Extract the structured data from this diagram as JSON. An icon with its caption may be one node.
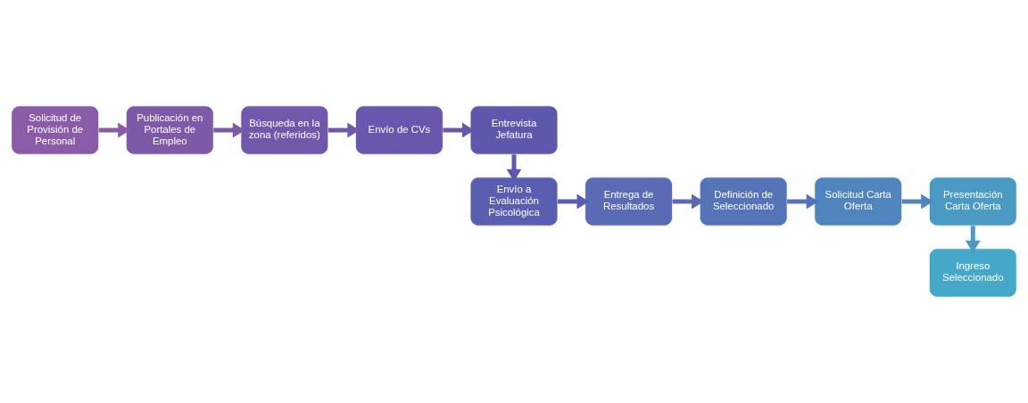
{
  "diagram": {
    "nodes": [
      {
        "text": [
          "Solicitud de Provisión de Personal"
        ]
      },
      {
        "text": [
          "Publicación en Portales de Empleo"
        ]
      },
      {
        "text": [
          "Búsqueda en la zona (referidos)"
        ]
      },
      {
        "text": [
          "Envío de CVs"
        ]
      },
      {
        "text": [
          "Entrevista Jefatura"
        ]
      },
      {
        "text": [
          "Envío a Evaluación Psicológica"
        ]
      },
      {
        "text": [
          "Entrega de Resultados"
        ]
      },
      {
        "text": [
          "Definición de Seleccionado"
        ]
      },
      {
        "text": [
          "Solicitud Carta Oferta"
        ]
      },
      {
        "text": [
          "Presentación Carta Oferta"
        ]
      },
      {
        "text": [
          "Ingreso Seleccionado"
        ]
      }
    ],
    "edges": [
      {
        "from": 0,
        "to": 1,
        "arrow": "to"
      },
      {
        "from": 1,
        "to": 2,
        "arrow": "to"
      },
      {
        "from": 2,
        "to": 3,
        "arrow": "to"
      },
      {
        "from": 3,
        "to": 4,
        "arrow": "to"
      },
      {
        "from": 4,
        "to": 5,
        "arrow": "to"
      },
      {
        "from": 5,
        "to": 6,
        "arrow": "to"
      },
      {
        "from": 6,
        "to": 7,
        "arrow": "to"
      },
      {
        "from": 7,
        "to": 8,
        "arrow": "to"
      },
      {
        "from": 8,
        "to": 9,
        "arrow": "to"
      },
      {
        "from": 9,
        "to": 10,
        "arrow": "to"
      }
    ]
  }
}
